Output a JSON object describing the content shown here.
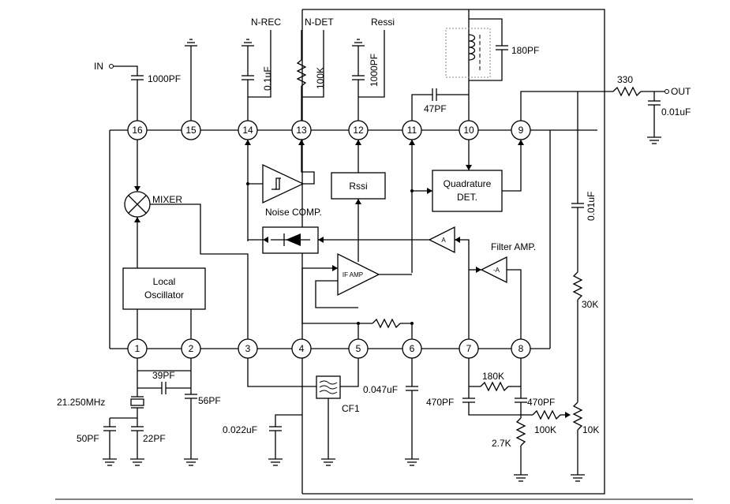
{
  "pins": [
    "16",
    "15",
    "14",
    "13",
    "12",
    "11",
    "10",
    "9",
    "1",
    "2",
    "3",
    "4",
    "5",
    "6",
    "7",
    "8"
  ],
  "terminals": {
    "in": "IN",
    "out": "OUT",
    "n_rec": "N-REC",
    "n_det": "N-DET",
    "ressi": "Ressi"
  },
  "components": {
    "c_in": "1000PF",
    "c_14": "0.1uF",
    "r_13": "100K",
    "c_12": "1000PF",
    "c_180": "180PF",
    "c_47": "47PF",
    "r_330": "330",
    "c_out": "0.01uF",
    "c_9": "0.01uF",
    "r_30k": "30K",
    "xtal": "21.250MHz",
    "c_39": "39PF",
    "c_56": "56PF",
    "c_50": "50PF",
    "c_22": "22PF",
    "c_4": "0.022uF",
    "cf1": "CF1",
    "c_6": "0.047uF",
    "c_470a": "470PF",
    "r_180k": "180K",
    "c_470b": "470PF",
    "r_100k": "100K",
    "r_2k7": "2.7K",
    "vr_10k": "10K"
  },
  "blocks": {
    "mixer": "MIXER",
    "lo_1": "Local",
    "lo_2": "Oscillator",
    "noise": "Noise COMP.",
    "rssi": "Rssi",
    "qd_1": "Quadrature",
    "qd_2": "DET.",
    "if_amp": "IF AMP",
    "filter": "Filter AMP.",
    "amp_a": "A",
    "amp_neg_a": "-A"
  }
}
